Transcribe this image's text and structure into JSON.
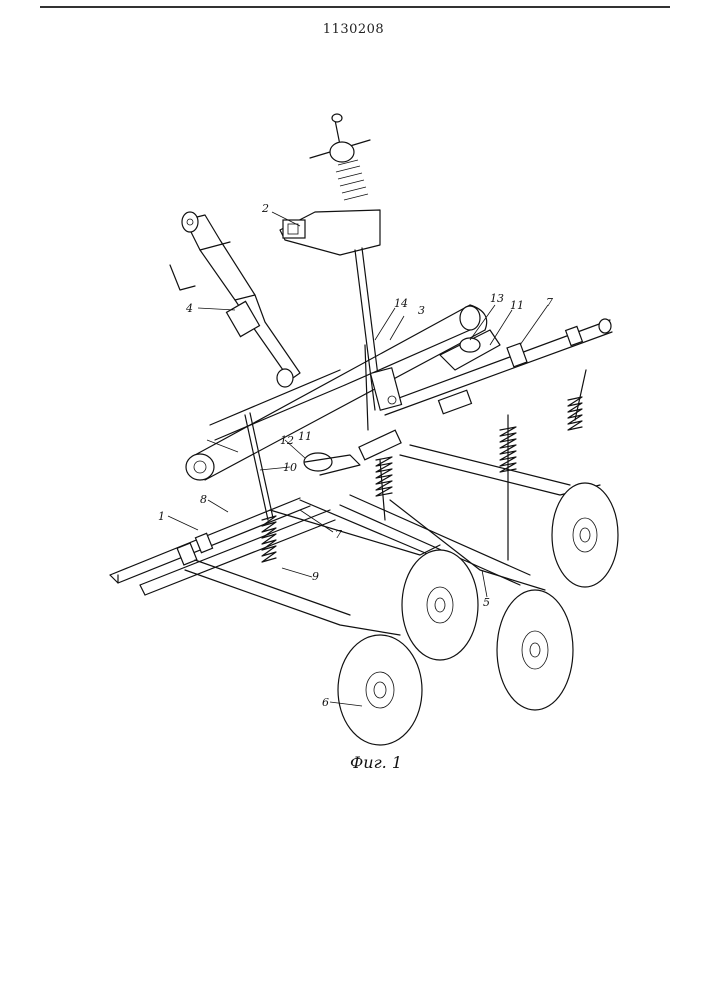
{
  "document": {
    "number": "1130208",
    "caption": "Фиг. 1"
  },
  "labels": {
    "l1": "1",
    "l2": "2",
    "l3": "3",
    "l4": "4",
    "l5": "5",
    "l6": "6",
    "l7a": "7",
    "l7b": "7",
    "l8": "8",
    "l9": "9",
    "l10": "10",
    "l11a": "11",
    "l11b": "11",
    "l12": "12",
    "l13": "13",
    "l14": "14"
  },
  "colors": {
    "ink": "#111111",
    "paper": "#ffffff"
  }
}
